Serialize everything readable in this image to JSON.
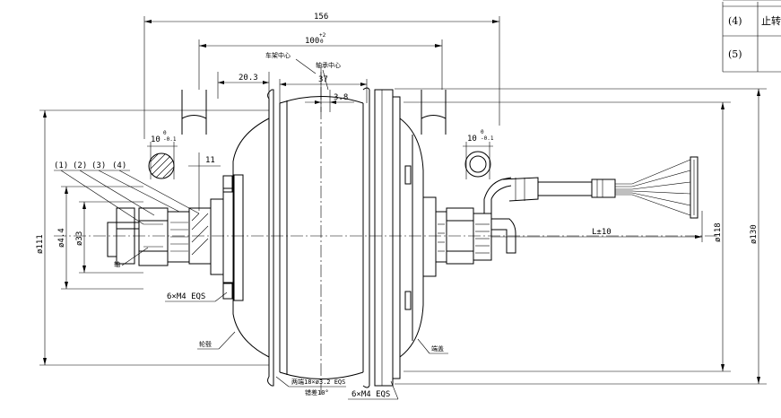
{
  "dimensions": {
    "overall_length": "156",
    "flange_spacing": "100",
    "flange_spacing_tol_upper": "+2",
    "flange_spacing_tol_lower": "0",
    "offset_20_3": "20.3",
    "width_37": "37",
    "offset_3_8": "3.8",
    "dropout_slot_left": "10",
    "dropout_slot_left_tol_upper": "0",
    "dropout_slot_left_tol_lower": "-0.1",
    "dropout_slot_right": "10",
    "dropout_slot_right_tol_upper": "0",
    "dropout_slot_right_tol_lower": "-0.1",
    "thread_11": "11",
    "dia_111": "ø111",
    "dia_4_4": "ø4.4",
    "dia_33": "ø33",
    "dia_118": "ø118",
    "dia_130": "ø130",
    "cable_length": "L±10",
    "holes_6xM4_left": "6×M4 EQS",
    "holes_6xM4_right": "6×M4 EQS",
    "spoke_holes": "两端18×ø3.2 EQS",
    "spoke_offset": "错差10°"
  },
  "labels": {
    "frame_center": "车架中心",
    "hub_center": "轴承中心",
    "axle": "轴",
    "hub_shell": "轮毂",
    "end_cover": "端盖"
  },
  "callouts": [
    "(1)",
    "(2)",
    "(3)",
    "(4)"
  ],
  "parts_table": {
    "rows": [
      {
        "no": "(4)",
        "name": "止转"
      },
      {
        "no": "(5)",
        "name": ""
      }
    ]
  }
}
